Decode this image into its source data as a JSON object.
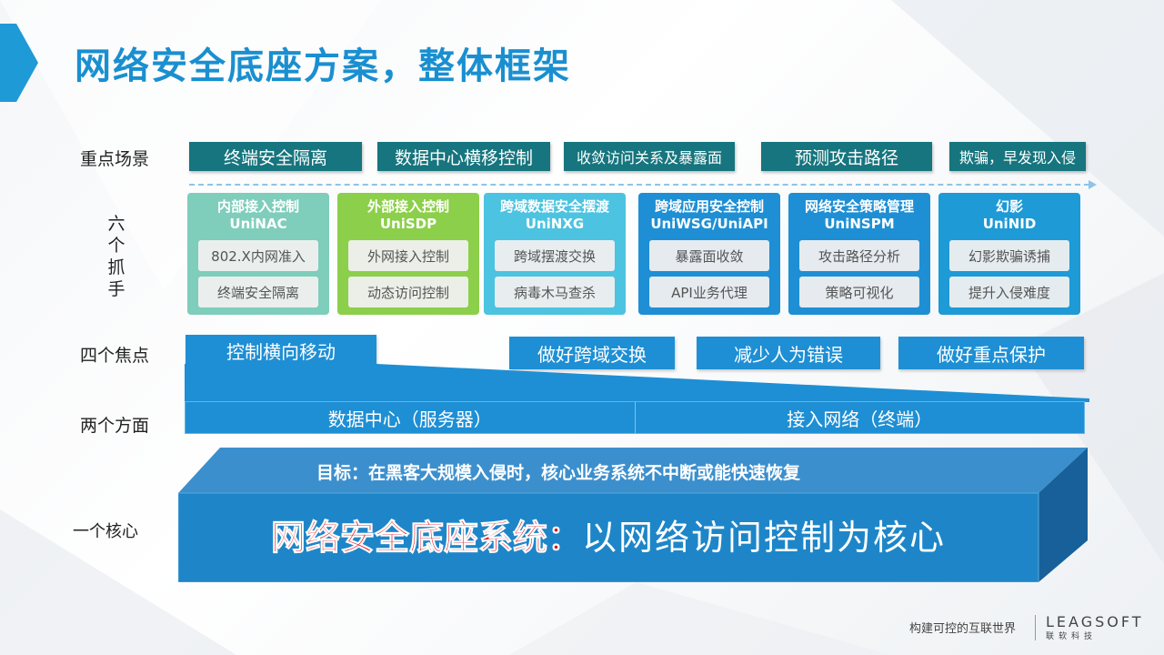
{
  "page_title": "网络安全底座方案，整体框架",
  "row_labels": {
    "scenarios": "重点场景",
    "six_grabs": [
      "六",
      "个",
      "抓",
      "手"
    ],
    "four_focus": "四个焦点",
    "two_aspects": "两个方面",
    "one_core": "一个核心"
  },
  "scenarios": [
    "终端安全隔离",
    "数据中心横移控制",
    "收敛访问关系及暴露面",
    "预测攻击路径",
    "欺骗，早发现入侵"
  ],
  "grabs": [
    {
      "title": "内部接入控制",
      "product": "UniNAC",
      "items": [
        "802.X内网准入",
        "终端安全隔离"
      ],
      "color": "#7fcdbb"
    },
    {
      "title": "外部接入控制",
      "product": "UniSDP",
      "items": [
        "外网接入控制",
        "动态访问控制"
      ],
      "color": "#8ccf4a"
    },
    {
      "title": "跨域数据安全摆渡",
      "product": "UniNXG",
      "items": [
        "跨域摆渡交换",
        "病毒木马查杀"
      ],
      "color": "#4cc3e0"
    },
    {
      "title": "跨域应用安全控制",
      "product": "UniWSG/UniAPI",
      "items": [
        "暴露面收敛",
        "API业务代理"
      ],
      "color": "#1e8fd4"
    },
    {
      "title": "网络安全策略管理",
      "product": "UniNSPM",
      "items": [
        "攻击路径分析",
        "策略可视化"
      ],
      "color": "#1e8fd4"
    },
    {
      "title": "幻影",
      "product": "UniNID",
      "items": [
        "幻影欺骗诱捕",
        "提升入侵难度"
      ],
      "color": "#1e9ad6"
    }
  ],
  "focus": [
    "控制横向移动",
    "做好跨域交换",
    "减少人为错误",
    "做好重点保护"
  ],
  "aspects": [
    "数据中心（服务器）",
    "接入网络（终端）"
  ],
  "core": {
    "goal": "目标：在黑客大规模入侵时，核心业务系统不中断或能快速恢复",
    "highlight": "网络安全底座系统：",
    "rest": "以网络访问控制为核心"
  },
  "footer": {
    "slogan": "构建可控的互联世界",
    "logo_en": "LEAGSOFT",
    "logo_cn": "联软科技"
  }
}
